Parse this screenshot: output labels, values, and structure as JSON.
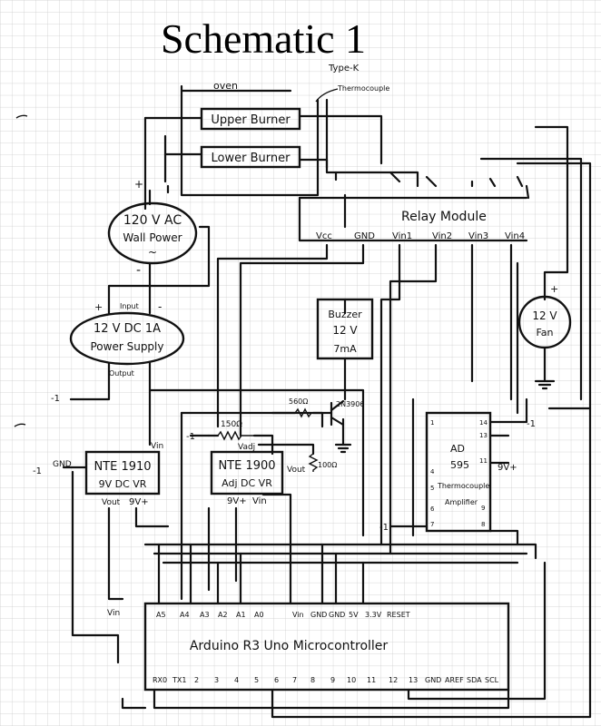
{
  "title": "Schematic 1",
  "oven": {
    "label": "oven",
    "upper_burner": "Upper Burner",
    "lower_burner": "Lower Burner"
  },
  "thermocouple": {
    "line1": "Type-K",
    "line2": "Thermocouple"
  },
  "wall_power": {
    "line1": "120 V AC",
    "line2": "Wall Power",
    "symbol": "~",
    "plus": "+",
    "minus": "-"
  },
  "power_supply": {
    "line1": "12 V  DC 1A",
    "line2": "Power Supply",
    "input": "Input",
    "output": "Output",
    "plus": "+",
    "minus": "-"
  },
  "relay": {
    "label": "Relay Module",
    "pins": [
      "Vcc",
      "GND",
      "Vin1",
      "Vin2",
      "Vin3",
      "Vin4"
    ]
  },
  "buzzer": {
    "line1": "Buzzer",
    "line2": "12 V",
    "line3": "7mA"
  },
  "fan": {
    "line1": "12 V",
    "line2": "Fan",
    "plus": "+"
  },
  "transistor": {
    "resistor": "560Ω",
    "part": "2N3906"
  },
  "regulator_1910": {
    "line1": "NTE 1910",
    "line2": "9V DC VR",
    "gnd": "GND",
    "vin": "Vin",
    "vout": "Vout",
    "ninev": "9V+"
  },
  "regulator_1900": {
    "line1": "NTE 1900",
    "line2": "Adj DC VR",
    "resistor_top": "150Ω",
    "resistor_side": "100Ω",
    "vadj": "Vadj",
    "vout": "Vout",
    "ninev": "9V+",
    "vin": "Vin"
  },
  "amplifier": {
    "line1": "AD",
    "line2": "595",
    "line3": "Thermocouple",
    "line4": "Amplifier",
    "ninev": "9V+",
    "left_pins": [
      "1",
      "4",
      "5",
      "6",
      "7"
    ],
    "right_pins": [
      "14",
      "13",
      "11",
      "9",
      "8"
    ]
  },
  "grounds": {
    "neg_one": "-1"
  },
  "arduino": {
    "label": "Arduino R3 Uno Microcontroller",
    "vin": "Vin",
    "top_pins": [
      "A5",
      "A4",
      "A3",
      "A2",
      "A1",
      "A0",
      "Vin",
      "GND",
      "GND",
      "5V",
      "3.3V",
      "RESET"
    ],
    "bottom_pins": [
      "RX0",
      "TX1",
      "2",
      "3",
      "4",
      "5",
      "6",
      "7",
      "8",
      "9",
      "10",
      "11",
      "12",
      "13",
      "GND",
      "AREF",
      "SDA",
      "SCL"
    ]
  }
}
